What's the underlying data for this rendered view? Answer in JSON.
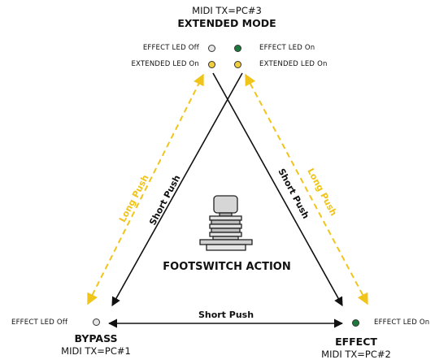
{
  "top": {
    "midi": "MIDI TX=PC#3",
    "title": "EXTENDED MODE",
    "left_labels": [
      "EFFECT LED Off",
      "EXTENDED LED On"
    ],
    "right_labels": [
      "EFFECT LED On",
      "EXTENDED LED On"
    ]
  },
  "bottom_left": {
    "led_label": "EFFECT LED Off",
    "title": "BYPASS",
    "midi": "MIDI TX=PC#1"
  },
  "bottom_right": {
    "led_label": "EFFECT LED On",
    "title": "EFFECT",
    "midi": "MIDI TX=PC#2"
  },
  "arrows": {
    "short_push_left": "Short Push",
    "short_push_right": "Short Push",
    "short_push_bottom": "Short Push",
    "long_push_left": "Long Push",
    "long_push_right": "Long Push"
  },
  "center_label": "FOOTSWITCH ACTION",
  "colors": {
    "led_off": "#e6e6e6",
    "led_extended": "#f2cf3a",
    "led_effect_on": "#1e7a3c",
    "long_push": "#f0c419",
    "line": "#111111"
  },
  "icons": [
    "footswitch-icon"
  ]
}
